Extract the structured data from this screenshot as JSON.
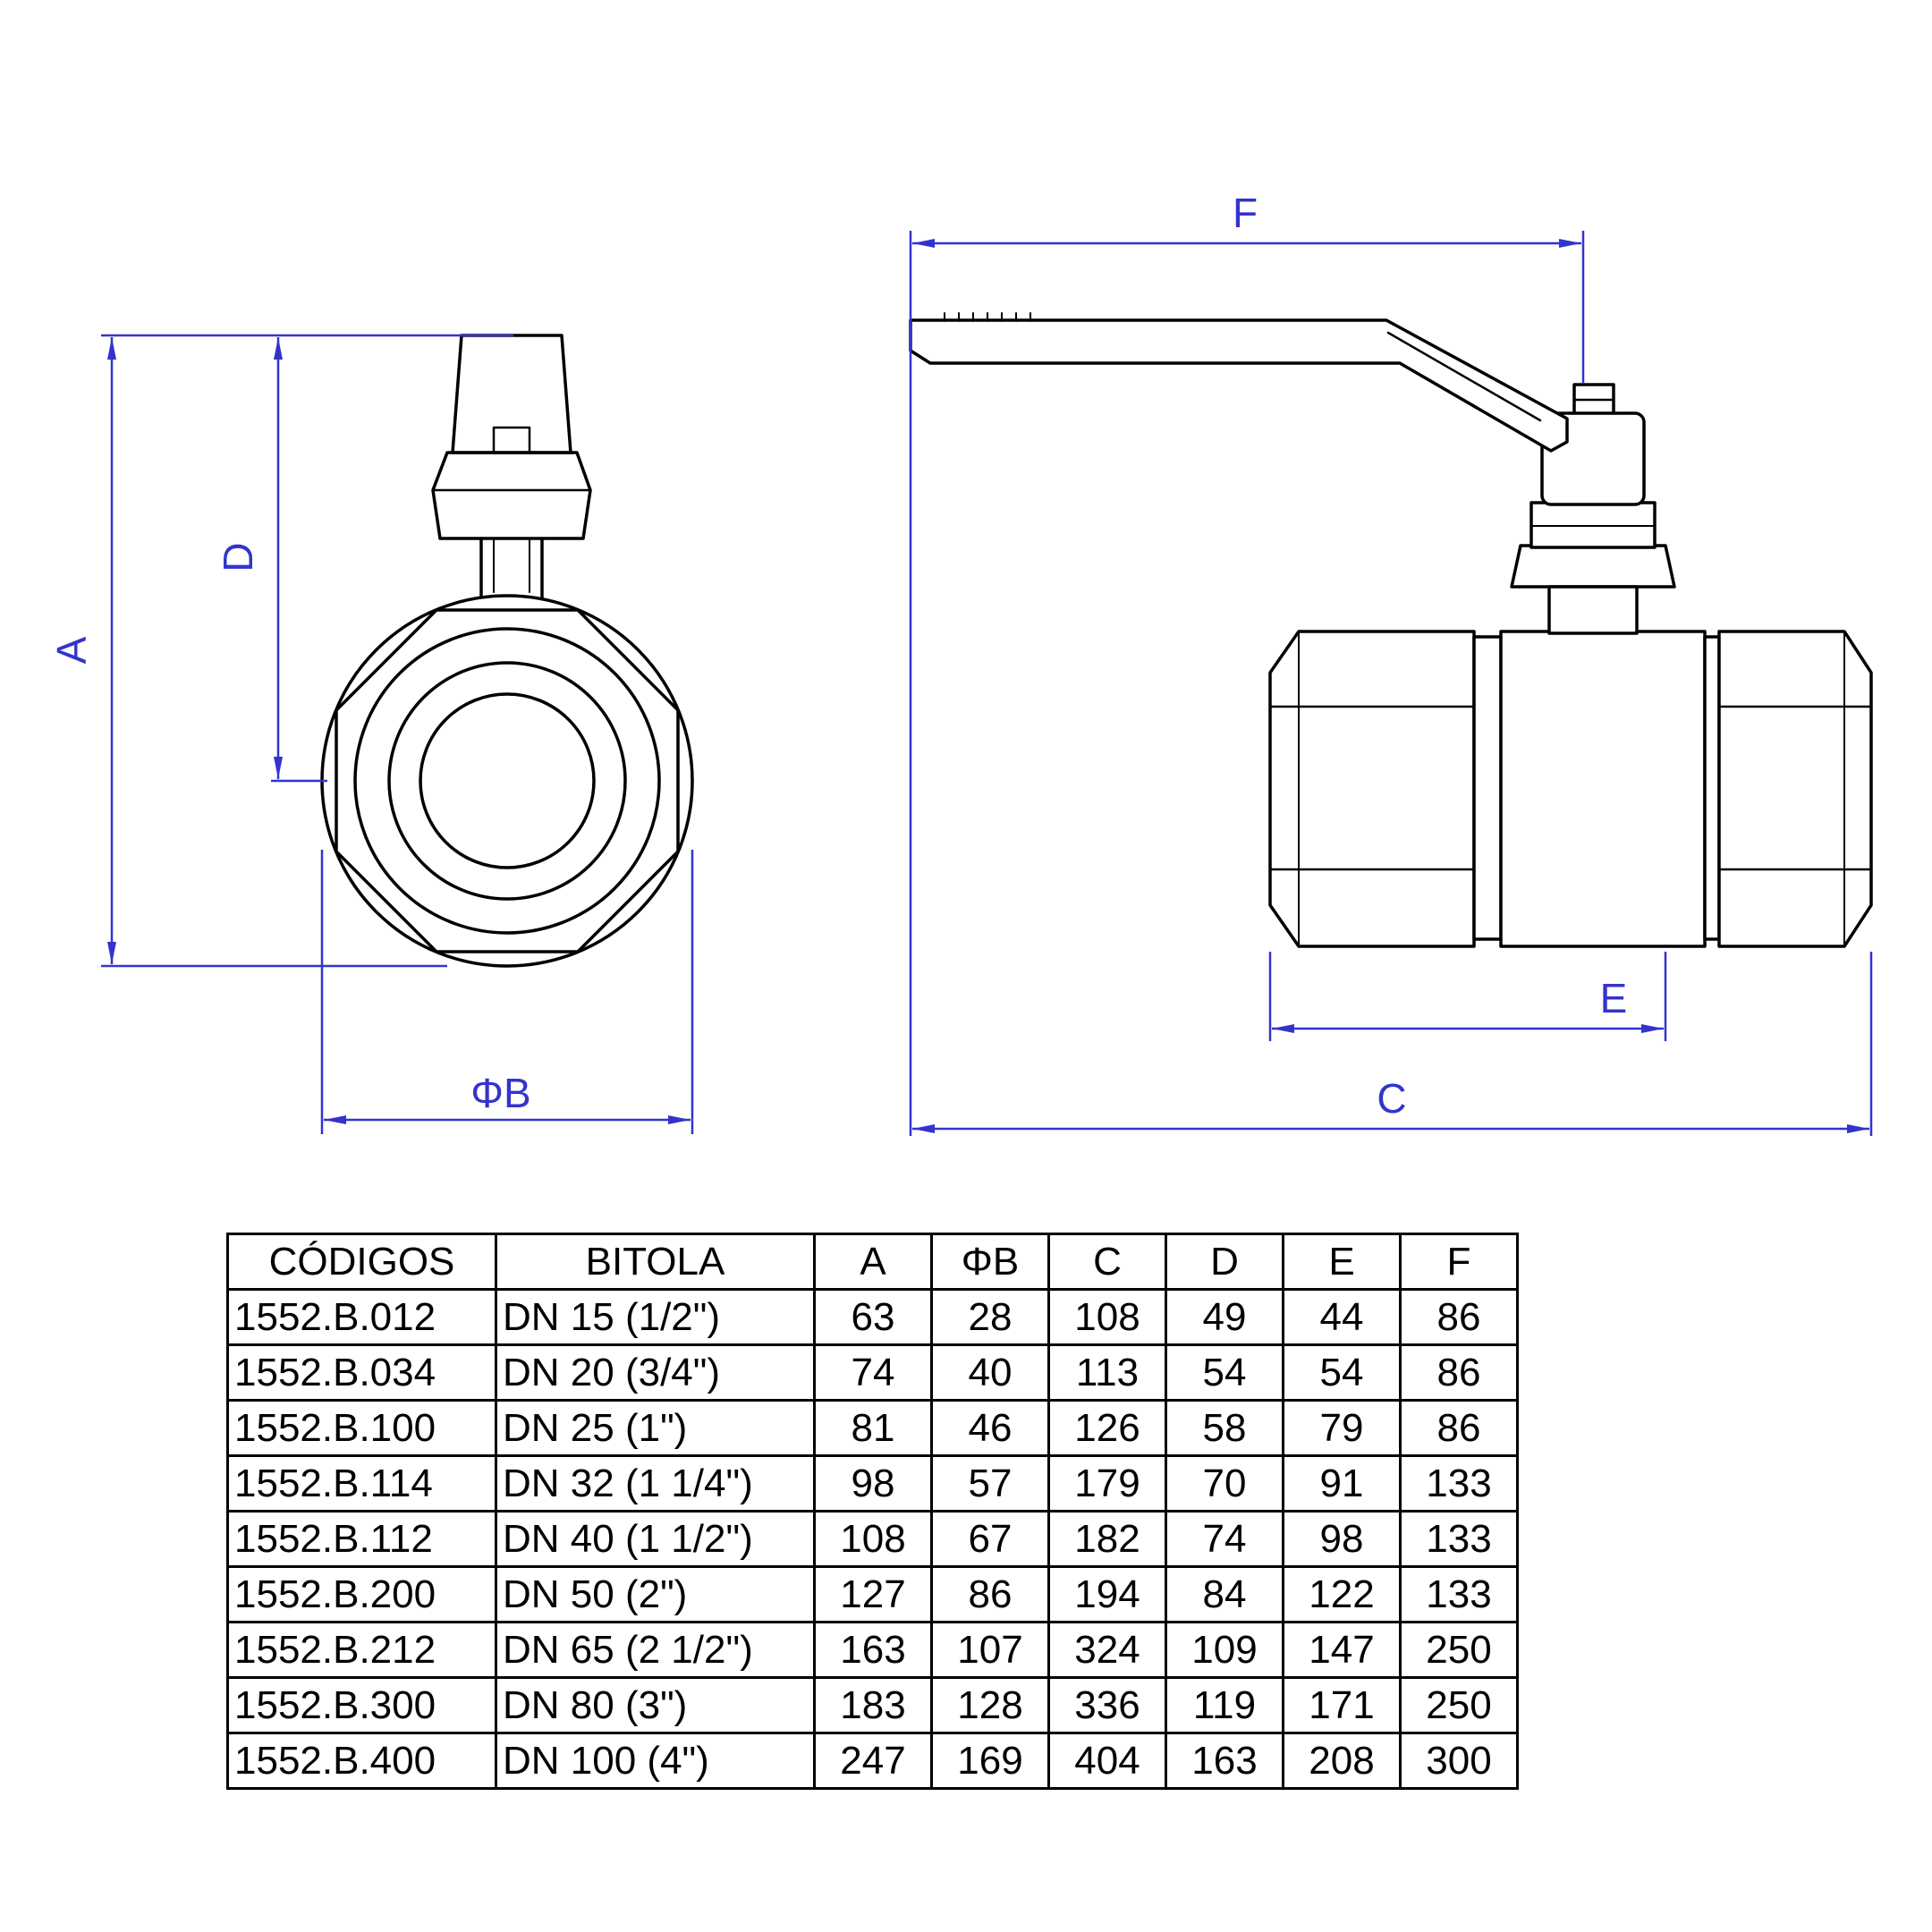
{
  "drawing": {
    "dim_color": "#3333cc",
    "line_color": "#000000",
    "front_view": {
      "label_a": "A",
      "label_d": "D",
      "label_diameter_b": "ΦB"
    },
    "side_view": {
      "label_f": "F",
      "label_e": "E",
      "label_c": "C"
    }
  },
  "table": {
    "headers": [
      "CÓDIGOS",
      "BITOLA",
      "A",
      "ΦB",
      "C",
      "D",
      "E",
      "F"
    ],
    "rows": [
      [
        "1552.B.012",
        "DN 15 (1/2\")",
        "63",
        "28",
        "108",
        "49",
        "44",
        "86"
      ],
      [
        "1552.B.034",
        "DN 20 (3/4\")",
        "74",
        "40",
        "113",
        "54",
        "54",
        "86"
      ],
      [
        "1552.B.100",
        "DN 25 (1\")",
        "81",
        "46",
        "126",
        "58",
        "79",
        "86"
      ],
      [
        "1552.B.114",
        "DN 32 (1 1/4\")",
        "98",
        "57",
        "179",
        "70",
        "91",
        "133"
      ],
      [
        "1552.B.112",
        "DN 40 (1 1/2\")",
        "108",
        "67",
        "182",
        "74",
        "98",
        "133"
      ],
      [
        "1552.B.200",
        "DN 50 (2\")",
        "127",
        "86",
        "194",
        "84",
        "122",
        "133"
      ],
      [
        "1552.B.212",
        "DN 65 (2 1/2\")",
        "163",
        "107",
        "324",
        "109",
        "147",
        "250"
      ],
      [
        "1552.B.300",
        "DN 80 (3\")",
        "183",
        "128",
        "336",
        "119",
        "171",
        "250"
      ],
      [
        "1552.B.400",
        "DN 100 (4\")",
        "247",
        "169",
        "404",
        "163",
        "208",
        "300"
      ]
    ]
  }
}
